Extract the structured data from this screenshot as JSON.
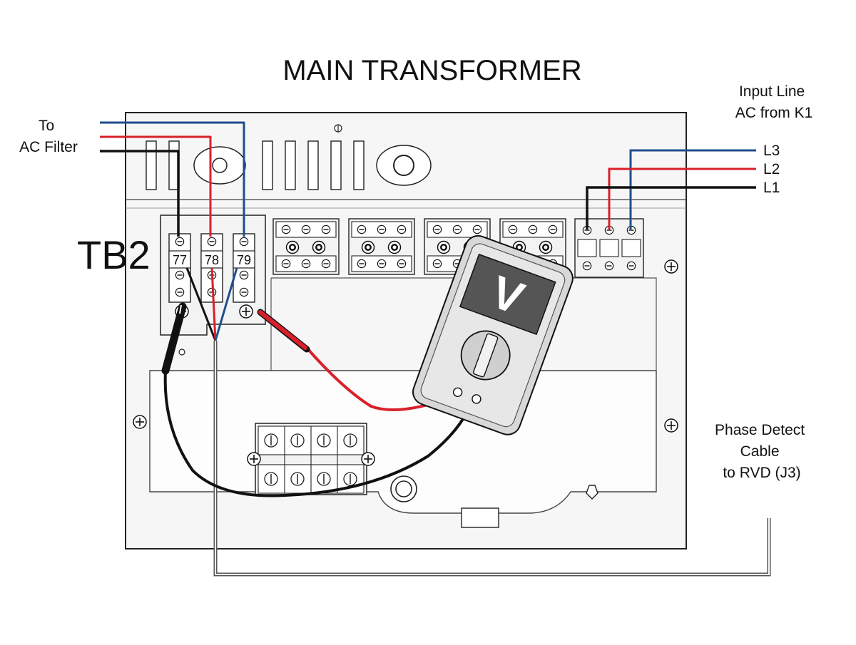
{
  "diagram": {
    "title": "MAIN TRANSFORMER",
    "labels": {
      "to_ac_filter": [
        "To",
        "AC Filter"
      ],
      "input_line": [
        "Input Line",
        "AC from K1"
      ],
      "phase_detect": [
        "Phase Detect",
        "Cable",
        "to RVD (J3)"
      ],
      "tb2": "TB2"
    },
    "terminals": [
      "77",
      "78",
      "79"
    ],
    "lines": [
      "L3",
      "L2",
      "L1"
    ],
    "meter": {
      "display": "V"
    },
    "colors": {
      "wire_red": "#d9202a",
      "wire_blue": "#1f4e8c",
      "wire_black": "#111111",
      "meter_body": "#d8d8d8",
      "meter_display": "#555555",
      "chassis": "#f6f6f6"
    }
  }
}
